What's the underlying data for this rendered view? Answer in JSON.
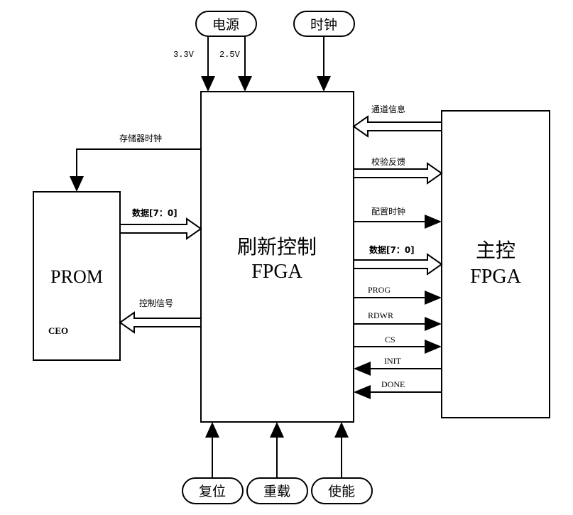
{
  "blocks": {
    "main_fpga": {
      "line1": "刷新控制",
      "line2": "FPGA"
    },
    "prom": {
      "title": "PROM",
      "pin": "CEO"
    },
    "master_fpga": {
      "line1": "主控",
      "line2": "FPGA"
    }
  },
  "inputs_top": {
    "power": "电源",
    "clock": "时钟",
    "v33": "3.3V",
    "v25": "2.5V"
  },
  "inputs_bottom": {
    "reset": "复位",
    "reload": "重载",
    "enable": "使能"
  },
  "signals": {
    "mem_clock": "存储器时钟",
    "prom_data": "数据[7：0]",
    "control_signal": "控制信号",
    "channel_info": "通道信息",
    "verify_feedback": "校验反馈",
    "config_clock": "配置时钟",
    "config_data": "数据[7：0]",
    "prog": "PROG",
    "rdwr": "RDWR",
    "cs": "CS",
    "init": "INIT",
    "done": "DONE"
  }
}
